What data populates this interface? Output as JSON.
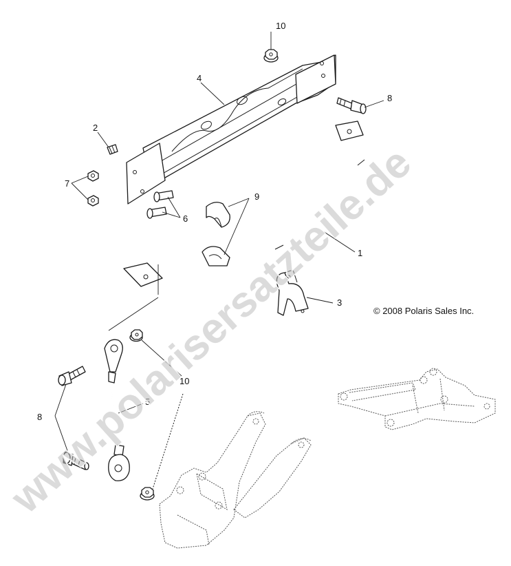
{
  "diagram": {
    "copyright": "© 2008 Polaris Sales Inc.",
    "watermark": "www.polarisersatzteile.de",
    "callouts": {
      "part_1": "1",
      "part_2": "2",
      "part_3": "3",
      "part_4": "4",
      "part_5": "5",
      "part_6": "6",
      "part_7": "7",
      "part_8_upper": "8",
      "part_8_lower": "8",
      "part_9": "9",
      "part_10_upper": "10",
      "part_10_lower": "10"
    }
  }
}
